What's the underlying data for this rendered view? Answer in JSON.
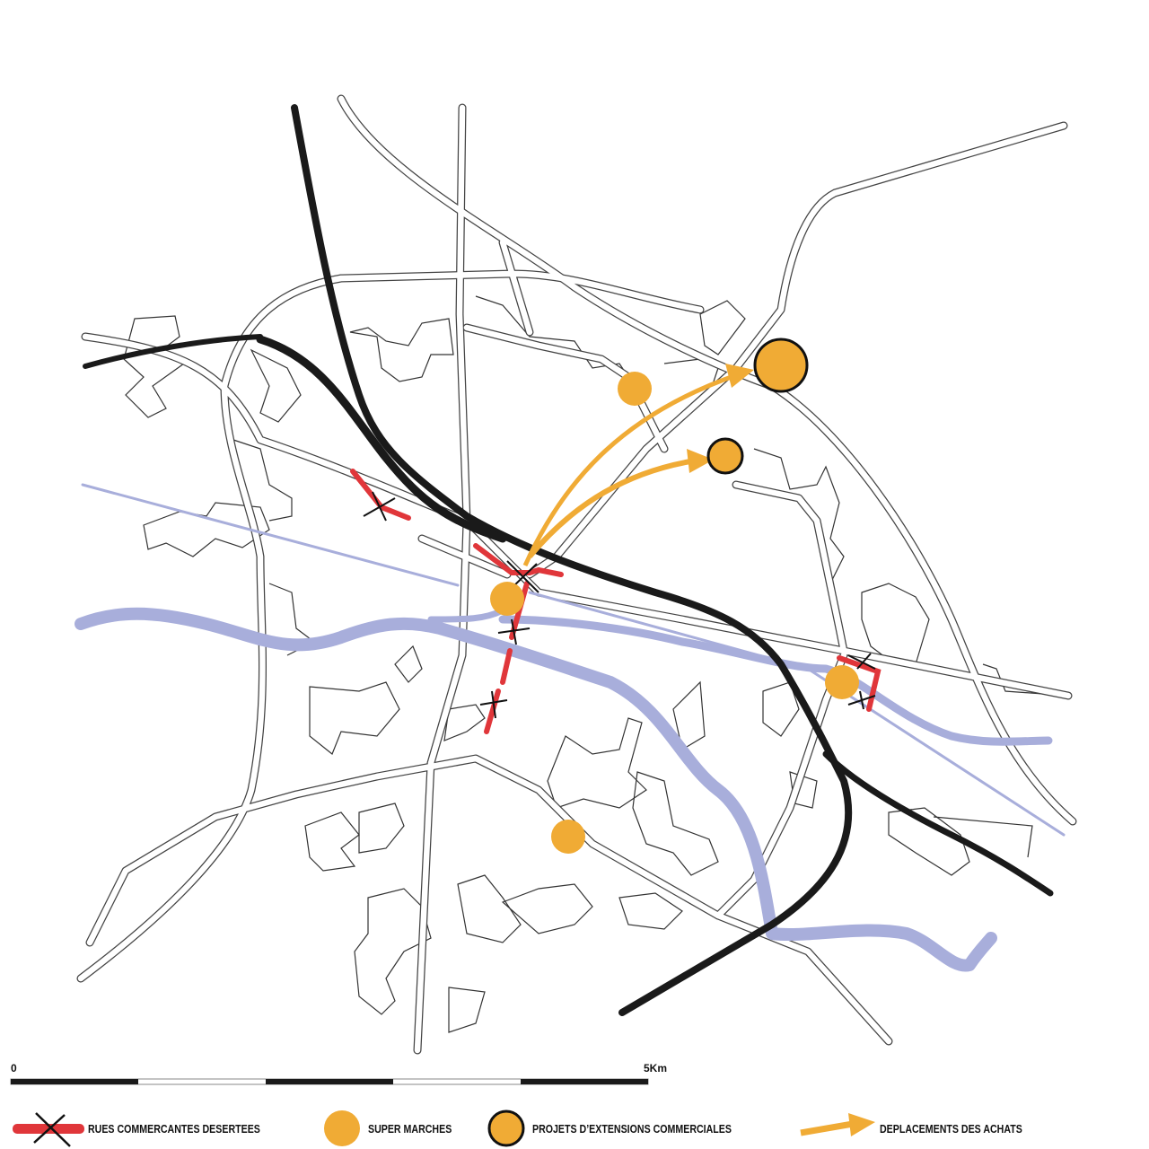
{
  "scale": {
    "start_label": "0",
    "end_label": "5Km",
    "segments": 5
  },
  "legend": [
    {
      "id": "rues",
      "label": "RUES COMMERCANTES DESERTEES",
      "icon": "crossed-red-street-icon"
    },
    {
      "id": "super",
      "label": "SUPER MARCHES",
      "icon": "orange-circle-icon"
    },
    {
      "id": "projets",
      "label": "PROJETS D’EXTENSIONS COMMERCIALES",
      "icon": "outlined-orange-circle-icon"
    },
    {
      "id": "deplacements",
      "label": "DEPLACEMENTS DES ACHATS",
      "icon": "orange-arrow-icon"
    }
  ],
  "colors": {
    "street_red": "#e0363a",
    "orange": "#f0ab35",
    "river": "#a8aedb",
    "rail": "#1a1a1a"
  }
}
